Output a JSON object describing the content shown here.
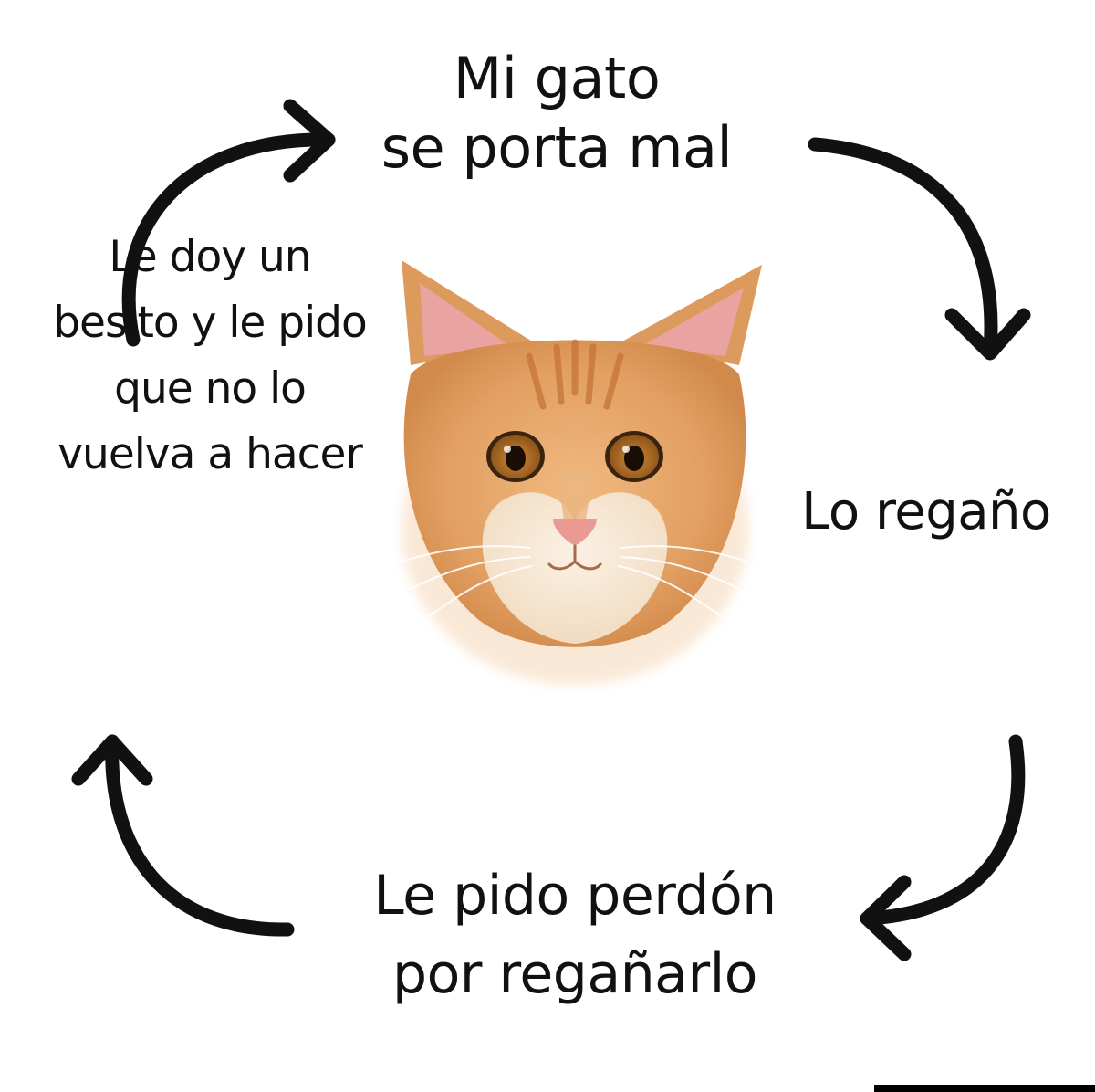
{
  "diagram": {
    "steps": [
      {
        "id": "top",
        "lines": [
          "Mi gato",
          "se porta mal"
        ]
      },
      {
        "id": "right",
        "lines": [
          "Lo regaño"
        ]
      },
      {
        "id": "bottom",
        "lines": [
          "Le pido perdón",
          "por regañarlo"
        ]
      },
      {
        "id": "left",
        "lines": [
          "Le doy un",
          "besito y le pido",
          "que no lo",
          "vuelva a hacer"
        ]
      }
    ],
    "center_image": "orange-tabby-cat-face",
    "arrow_color": "#111111",
    "cat_colors": {
      "fur": "#e8a56a",
      "fur_dark": "#c97a3e",
      "cream": "#f6e7d4",
      "ear_inner": "#e9a3a0",
      "eye": "#b9772c",
      "nose": "#e99a92"
    }
  }
}
